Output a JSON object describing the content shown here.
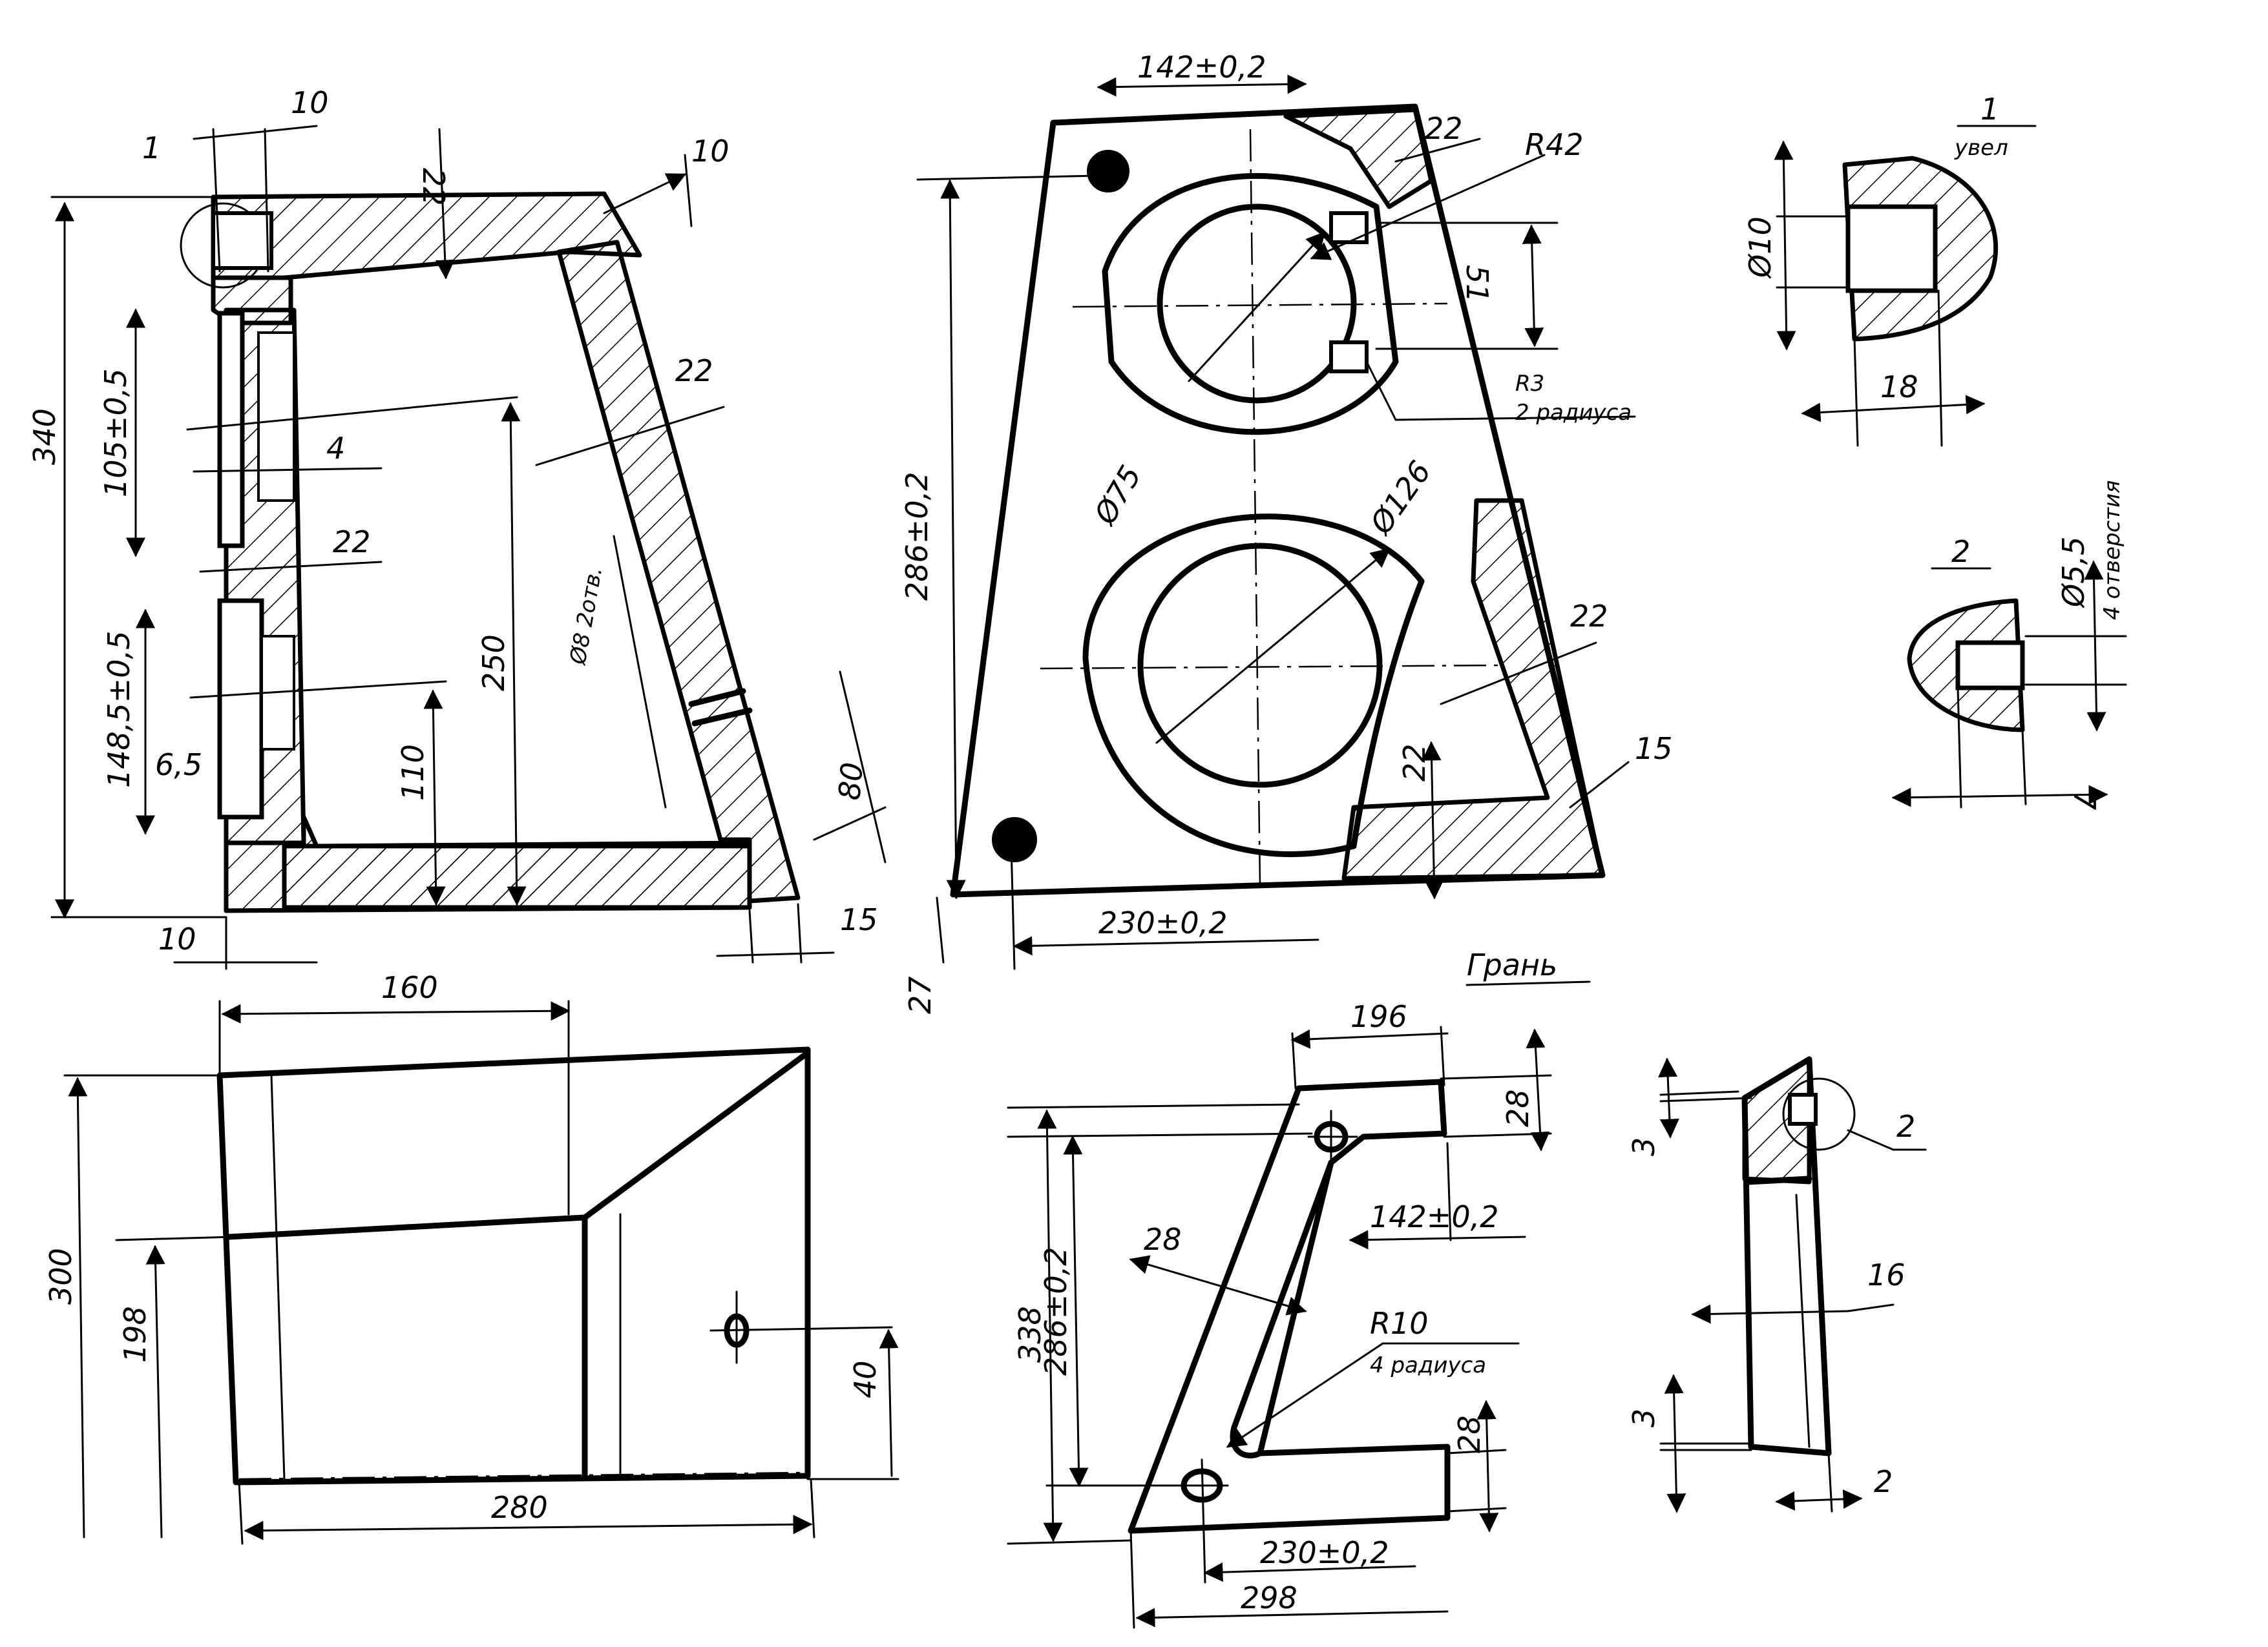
{
  "front_view": {
    "d_10_top": "10",
    "d_1_callout": "1",
    "d_22_top": "22",
    "d_10_right": "10",
    "d_340": "340",
    "d_105": "105±0,5",
    "d_4": "4",
    "d_22_mid": "22",
    "d_148": "148,5±0,5",
    "d_6_5": "6,5",
    "d_250": "250",
    "d_110": "110",
    "d_22_slant": "22",
    "d_8_holes": "Ø8 2отв.",
    "d_80": "80",
    "d_10_bottom": "10",
    "d_15_bottom": "15",
    "d_160": "160"
  },
  "side_view": {
    "d_142": "142±0,2",
    "d_22_top": "22",
    "d_r42": "R42",
    "d_51": "51",
    "d_r3": "R3",
    "d_r3_note": "2 радиуса",
    "d_286": "286±0,2",
    "d_75": "Ø75",
    "d_126": "Ø126",
    "d_22_right": "22",
    "d_22_bottom": "22",
    "d_15": "15",
    "d_230": "230±0,2",
    "d_27": "27"
  },
  "detail_1": {
    "title": "1",
    "subtitle": "увел",
    "d_10": "Ø10",
    "d_18": "18"
  },
  "detail_2": {
    "title": "2",
    "d_5_5": "Ø5,5",
    "note": "4 отверстия",
    "d_7": "7"
  },
  "top_view": {
    "d_300": "300",
    "d_198": "198",
    "d_40": "40",
    "d_280": "280"
  },
  "panel": {
    "title": "Грань",
    "d_196": "196",
    "d_28_top": "28",
    "d_142": "142±0,2",
    "d_338": "338",
    "d_286": "286±0,2",
    "d_28_rib": "28",
    "d_r10": "R10",
    "d_r10_note": "4 радиуса",
    "d_28_bottom": "28",
    "d_230": "230±0,2",
    "d_298": "298"
  },
  "edge_view": {
    "d_3_top": "3",
    "d_2_callout": "2",
    "d_16": "16",
    "d_3_bottom": "3",
    "d_2_bottom": "2"
  }
}
